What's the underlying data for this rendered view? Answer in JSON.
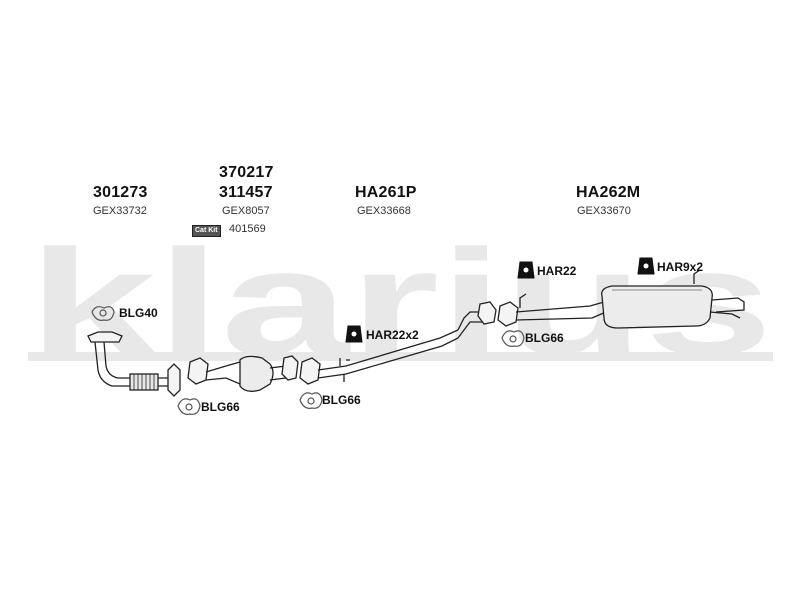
{
  "watermark": {
    "text": "klarius",
    "color": "#e6e6e6"
  },
  "parts": [
    {
      "id": "part-1",
      "codes": [
        "301273"
      ],
      "ref": "GEX33732"
    },
    {
      "id": "part-2",
      "codes": [
        "370217",
        "311457"
      ],
      "ref": "GEX8057",
      "catkit_label": "Cat Kit",
      "catkit_code": "401569"
    },
    {
      "id": "part-3",
      "codes": [
        "HA261P"
      ],
      "ref": "GEX33668"
    },
    {
      "id": "part-4",
      "codes": [
        "HA262M"
      ],
      "ref": "GEX33670"
    }
  ],
  "fittings": [
    {
      "id": "blg40",
      "label": "BLG40",
      "icon": "gasket-icon"
    },
    {
      "id": "blg66-a",
      "label": "BLG66",
      "icon": "gasket-icon"
    },
    {
      "id": "blg66-b",
      "label": "BLG66",
      "icon": "gasket-icon"
    },
    {
      "id": "blg66-c",
      "label": "BLG66",
      "icon": "gasket-icon"
    },
    {
      "id": "har22x2",
      "label": "HAR22x2",
      "icon": "rubber-mount-icon"
    },
    {
      "id": "har22",
      "label": "HAR22",
      "icon": "rubber-mount-icon"
    },
    {
      "id": "har9x2",
      "label": "HAR9x2",
      "icon": "rubber-mount-icon"
    }
  ],
  "colors": {
    "line": "#222222",
    "fill": "#f2f2f2",
    "dark": "#444444"
  }
}
